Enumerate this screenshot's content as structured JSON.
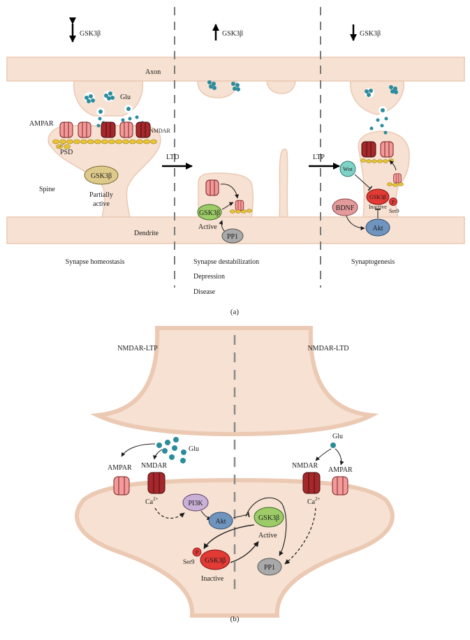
{
  "colors": {
    "membrane": "#f6e1d2",
    "membrane_edge": "#ebc9b3",
    "ampar": "#f39a9a",
    "nmdar": "#a5282c",
    "glu": "#2a8c9c",
    "psd": "#e9c531",
    "gsk3b_partial": "#ddc98a",
    "gsk3b_active": "#9ccb67",
    "gsk3b_inactive": "#e23a35",
    "pp1": "#a9a9a9",
    "akt": "#6f95bf",
    "pi3k": "#c9b0d6",
    "wnt": "#7fd3c6",
    "bdnf": "#e39a9a"
  },
  "panel_a": {
    "label": "(a)",
    "columns": [
      {
        "arrow": "up-down",
        "gene": "GSK3β",
        "caption": "Synapse homeostasis"
      },
      {
        "arrow": "up",
        "gene": "GSK3β",
        "caption": [
          "Synapse destabilization",
          "Depression",
          "Disease"
        ]
      },
      {
        "arrow": "down",
        "gene": "GSK3β",
        "caption": "Synaptogenesis"
      }
    ],
    "labels": {
      "axon": "Axon",
      "dendrite": "Dendrite",
      "glu": "Glu",
      "ampar": "AMPAR",
      "nmdar": "NMDAR",
      "psd": "PSD",
      "spine": "Spine",
      "gsk3b": "GSK3β",
      "partially": "Partially",
      "active": "active",
      "ltd": "LTD",
      "ltp": "LTP",
      "gsk3b_short": "GSK3β",
      "active_cap": "Active",
      "pp1": "PP1",
      "wnt": "Wnt",
      "bdnf": "BDNF",
      "akt": "Akt",
      "inactive": "Inactive",
      "p": "P",
      "ser9": "Ser9"
    }
  },
  "panel_b": {
    "label": "(b)",
    "left_title": "NMDAR-LTP",
    "right_title": "NMDAR-LTD",
    "labels": {
      "glu_left": "Glu",
      "glu_right": "Glu",
      "ampar_left": "AMPAR",
      "nmdar_left": "NMDAR",
      "nmdar_right": "NMDAR",
      "ampar_right": "AMPAR",
      "ca_left": "Ca",
      "ca_right": "Ca",
      "ca_sup": "2+",
      "pi3k": "PI3K",
      "akt": "Akt",
      "gsk3b_active": "GSK3β",
      "active": "Active",
      "gsk3b_inactive": "GSK3β",
      "inactive": "Inactive",
      "p": "P",
      "ser9": "Ser9",
      "pp1": "PP1"
    }
  }
}
